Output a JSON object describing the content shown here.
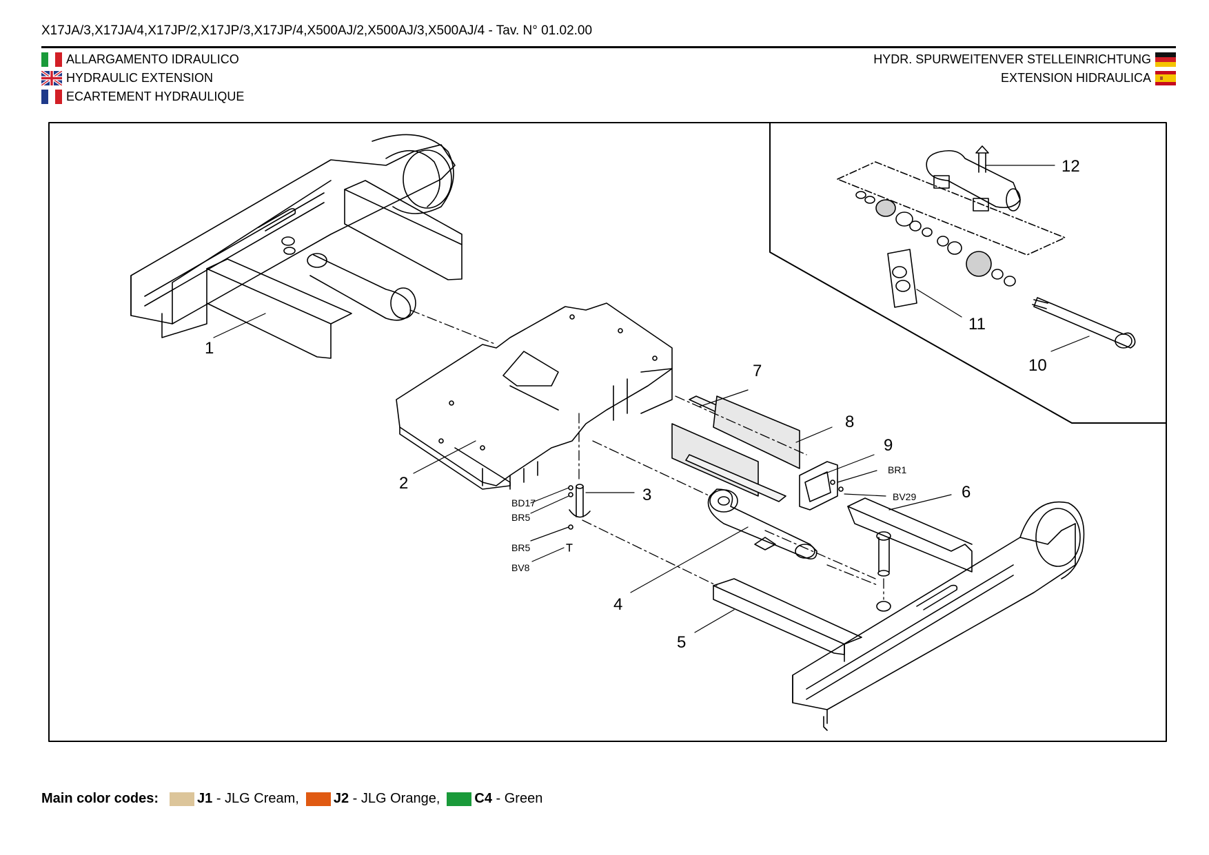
{
  "header": {
    "title": "X17JA/3,X17JA/4,X17JP/2,X17JP/3,X17JP/4,X500AJ/2,X500AJ/3,X500AJ/4 - Tav. N° 01.02.00"
  },
  "languages_left": [
    {
      "lang": "it",
      "text": "ALLARGAMENTO IDRAULICO"
    },
    {
      "lang": "en",
      "text": "HYDRAULIC EXTENSION"
    },
    {
      "lang": "fr",
      "text": "ECARTEMENT HYDRAULIQUE"
    }
  ],
  "languages_right": [
    {
      "lang": "de",
      "text": "HYDR. SPURWEITENVER STELLEINRICHTUNG"
    },
    {
      "lang": "es",
      "text": "EXTENSION HIDRAULICA"
    }
  ],
  "callouts": {
    "n1": "1",
    "n2": "2",
    "n3": "3",
    "n4": "4",
    "n5": "5",
    "n6": "6",
    "n7": "7",
    "n8": "8",
    "n9": "9",
    "n10": "10",
    "n11": "11",
    "n12": "12",
    "bd17": "BD17",
    "br5a": "BR5",
    "br5b": "BR5",
    "bv8": "BV8",
    "br1": "BR1",
    "bv29": "BV29"
  },
  "footer": {
    "heading": "Main color codes:",
    "codes": [
      {
        "code": "J1",
        "text": " - JLG Cream,",
        "color": "#dcc59a"
      },
      {
        "code": "J2",
        "text": " - JLG Orange,",
        "color": "#e05a12"
      },
      {
        "code": "C4",
        "text": " - Green",
        "color": "#1a9a3a"
      }
    ]
  }
}
